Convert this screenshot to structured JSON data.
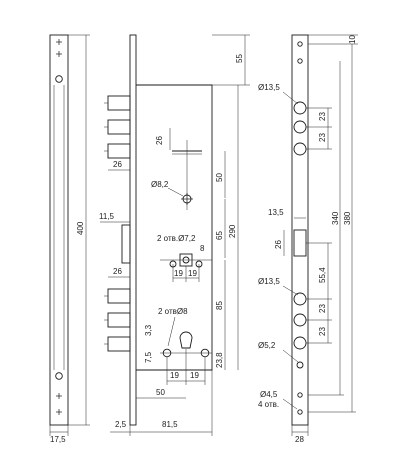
{
  "drawing": {
    "faceplate_left": {
      "width": "17,5",
      "height": "400"
    },
    "lock_body": {
      "top_offset": "55",
      "bolt_width_top": "26",
      "bolt_width_mid": "26",
      "offset_small": "11,5",
      "gap_edge": "2,5",
      "body_width": "81,5",
      "dim_26": "26",
      "dim_50": "50",
      "hole_8_2": "Ø8,2",
      "dim_65": "65",
      "dim_290": "290",
      "holes_7_2": "2 отв.Ø7,2",
      "square_8": "8",
      "dim_19_a": "19",
      "dim_19_b": "19",
      "dim_85": "85",
      "holes_8": "2 отвØ8",
      "dim_3_3": "3,3",
      "dim_7_5": "7,5",
      "dim_19_c": "19",
      "dim_19_d": "19",
      "dim_50_bottom": "50",
      "dim_23_8": "23,8"
    },
    "faceplate_right": {
      "dim_10": "10",
      "hole_13_5_top": "Ø13,5",
      "dim_23_a": "23",
      "dim_23_b": "23",
      "dim_13_5_slot": "13,5",
      "dim_26_slot": "26",
      "dim_340": "340",
      "dim_380": "380",
      "hole_13_5_bottom": "Ø13,5",
      "dim_55_4": "55,4",
      "dim_23_c": "23",
      "dim_23_d": "23",
      "hole_5_2": "Ø5,2",
      "hole_4_5": "Ø4,5",
      "holes_count": "4 отв.",
      "width": "28"
    }
  }
}
